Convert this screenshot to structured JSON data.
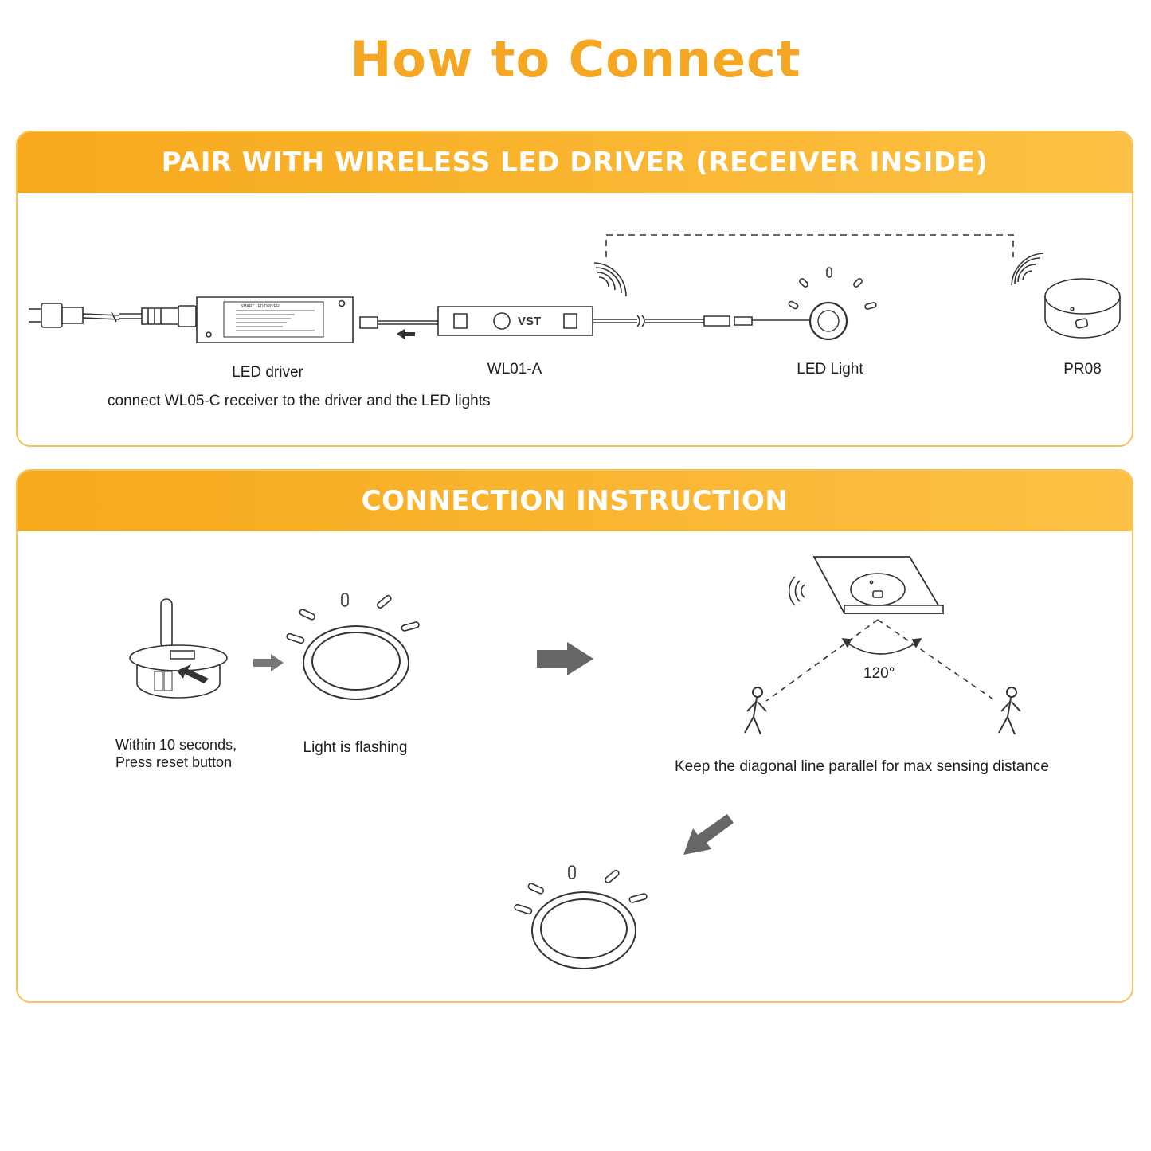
{
  "title": "How to Connect",
  "colors": {
    "accent": "#f5a623",
    "header_gradient_start": "#f7a91c",
    "header_gradient_end": "#fcc144",
    "border": "#f6c25a",
    "line_art": "#333333",
    "arrow_fill": "#666666"
  },
  "panel1": {
    "header": "PAIR WITH WIRELESS LED DRIVER (RECEIVER INSIDE)",
    "labels": {
      "driver": "LED driver",
      "receiver": "WL01-A",
      "light": "LED Light",
      "sensor": "PR08"
    },
    "caption": "connect WL05-C receiver to the driver and the LED lights",
    "receiver_brand": "VST",
    "driver_plate_title": "SMART LED DRIVER"
  },
  "panel2": {
    "header": "CONNECTION INSTRUCTION",
    "step1": "Within 10 seconds,\nPress reset button",
    "step2": "Light is flashing",
    "angle": "120°",
    "sensing_note": "Keep the diagonal line parallel for max sensing distance"
  },
  "icons": [
    "power-plug-icon",
    "led-driver-icon",
    "receiver-icon",
    "led-light-icon",
    "sensor-icon",
    "wireless-signal-icon",
    "arrow-icon",
    "walking-person-icon"
  ]
}
